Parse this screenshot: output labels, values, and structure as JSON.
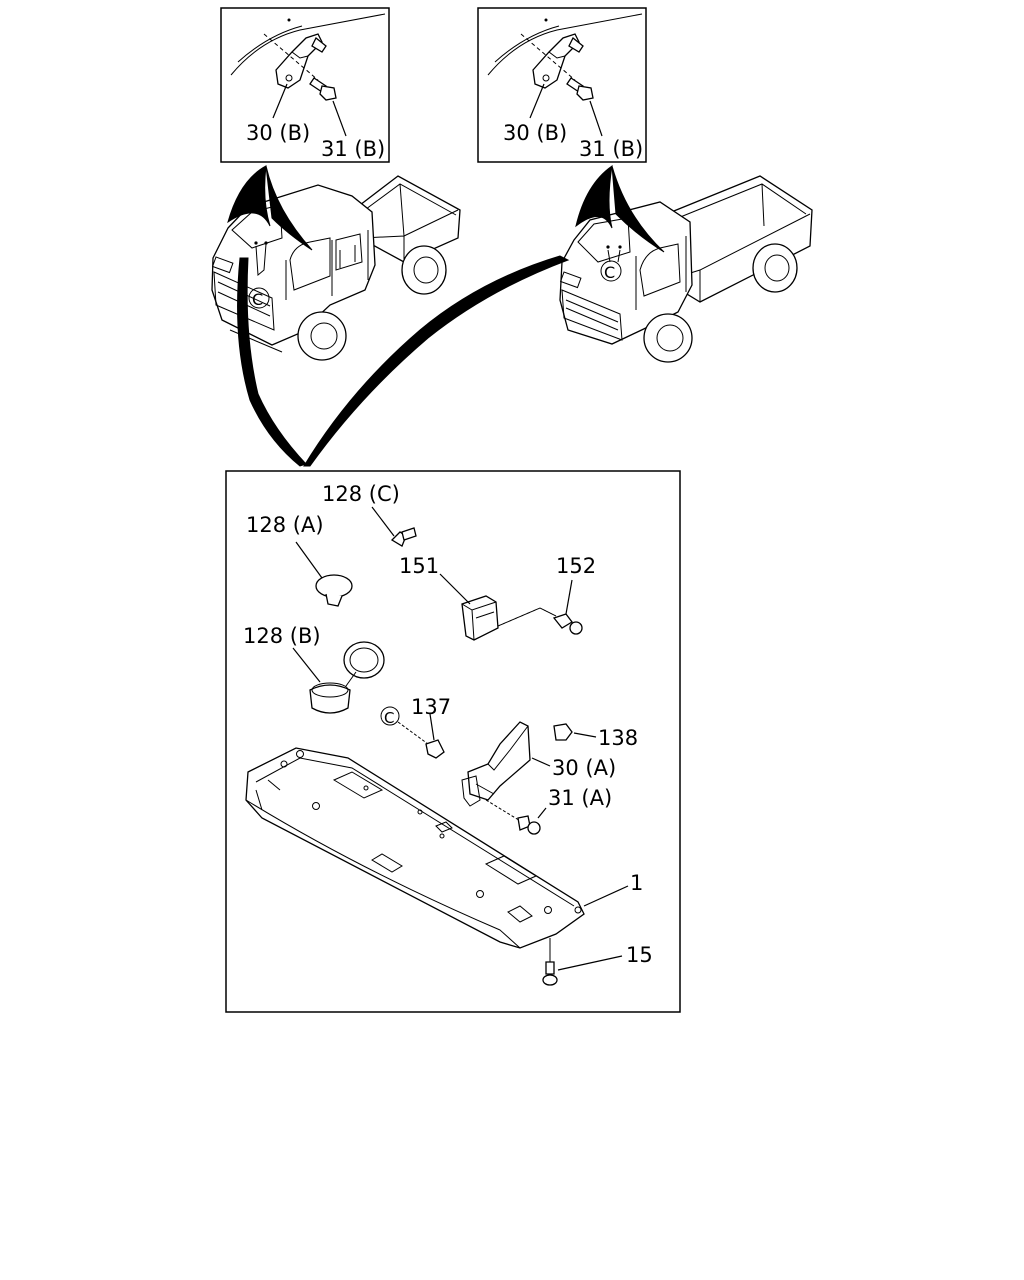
{
  "diagram": {
    "callouts": {
      "inset_left_bracket": "30 (B)",
      "inset_left_bolt": "31 (B)",
      "inset_right_bracket": "30 (B)",
      "inset_right_bolt": "31 (B)",
      "bolt_128c": "128 (C)",
      "cap_128a": "128 (A)",
      "grommet_128b": "128 (B)",
      "bracket_151": "151",
      "clip_152": "152",
      "clip_137": "137",
      "nut_138": "138",
      "bracket_30a": "30 (A)",
      "bolt_31a": "31 (A)",
      "cover_1": "1",
      "screw_15": "15"
    },
    "circle_marker": "C"
  }
}
